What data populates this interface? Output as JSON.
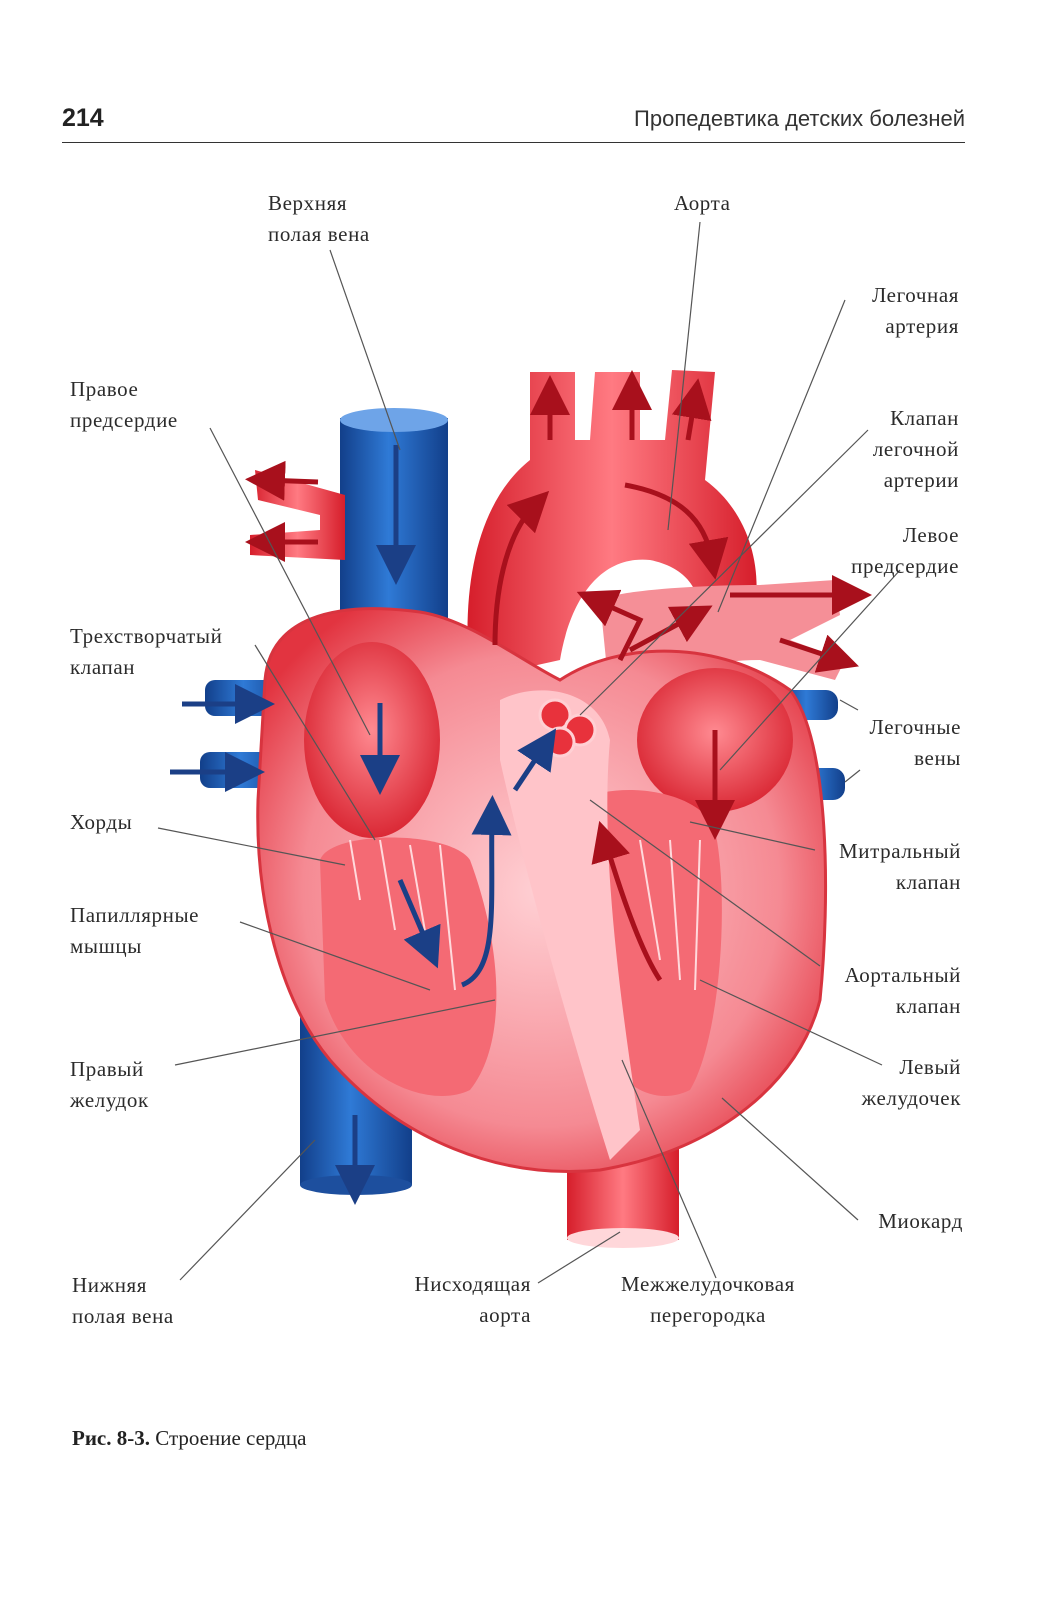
{
  "header": {
    "page_number": "214",
    "running_title": "Пропедевтика детских болезней"
  },
  "labels": {
    "svc": [
      "Верхняя",
      "полая вена"
    ],
    "aorta": [
      "Аорта"
    ],
    "pulmonary_artery": [
      "Легочная",
      "артерия"
    ],
    "right_atrium": [
      "Правое",
      "предсердие"
    ],
    "pulmonary_valve": [
      "Клапан",
      "легочной",
      "артерии"
    ],
    "left_atrium": [
      "Левое",
      "предсердие"
    ],
    "tricuspid_valve": [
      "Трехстворчатый",
      "клапан"
    ],
    "pulmonary_veins": [
      "Легочные",
      "вены"
    ],
    "chordae": [
      "Хорды"
    ],
    "mitral_valve": [
      "Митральный",
      "клапан"
    ],
    "papillary_muscles": [
      "Папиллярные",
      "мышцы"
    ],
    "aortic_valve": [
      "Аортальный",
      "клапан"
    ],
    "right_ventricle": [
      "Правый",
      "желудок"
    ],
    "left_ventricle": [
      "Левый",
      "желудочек"
    ],
    "myocardium": [
      "Миокард"
    ],
    "ivc": [
      "Нижняя",
      "полая вена"
    ],
    "descending_aorta": [
      "Нисходящая",
      "аорта"
    ],
    "septum": [
      "Межжелудочковая",
      "перегородка"
    ]
  },
  "caption": {
    "prefix": "Рис. 8-3.",
    "text": "Строение сердца"
  },
  "colors": {
    "vein_blue": "#1f5fb8",
    "artery_red": "#e8323c",
    "tissue_pink": "#f7b0b6",
    "flow_arrow_blue": "#1b3f86",
    "flow_arrow_red": "#a8101c"
  }
}
